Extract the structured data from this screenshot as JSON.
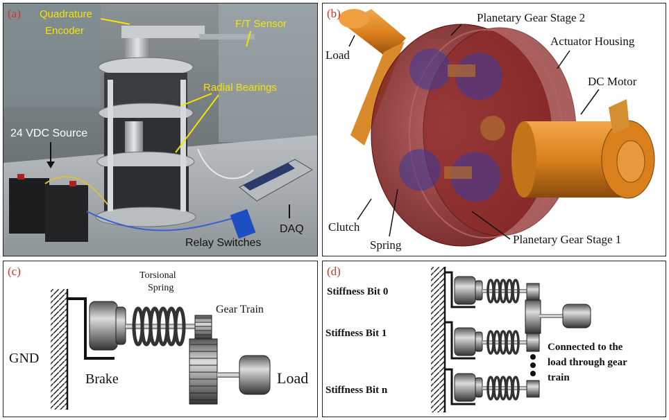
{
  "panel_a": {
    "label": "(a)",
    "quadrature_encoder_line1": "Quadrature",
    "quadrature_encoder_line2": "Encoder",
    "ft_sensor": "F/T Sensor",
    "radial_bearings": "Radial Bearings",
    "vdc_source": "24 VDC Source",
    "relay_switches": "Relay Switches",
    "daq": "DAQ"
  },
  "panel_b": {
    "label": "(b)",
    "planetary_stage_2": "Planetary Gear Stage 2",
    "load": "Load",
    "actuator_housing": "Actuator Housing",
    "dc_motor": "DC Motor",
    "clutch": "Clutch",
    "spring": "Spring",
    "planetary_stage_1": "Planetary Gear Stage 1"
  },
  "panel_c": {
    "label": "(c)",
    "torsional_line1": "Torsional",
    "torsional_line2": "Spring",
    "gear_train": "Gear Train",
    "gnd": "GND",
    "brake": "Brake",
    "load": "Load"
  },
  "panel_d": {
    "label": "(d)",
    "bit0": "Stiffness Bit 0",
    "bit1": "Stiffness Bit 1",
    "bitn": "Stiffness Bit n",
    "connected_line1": "Connected to the",
    "connected_line2": "load through gear",
    "connected_line3": "train"
  },
  "colors": {
    "label_red": "#c0392b",
    "annotation_yellow": "#f5e400",
    "housing_red": "#8b1e1e",
    "copper": "#d9801c"
  }
}
